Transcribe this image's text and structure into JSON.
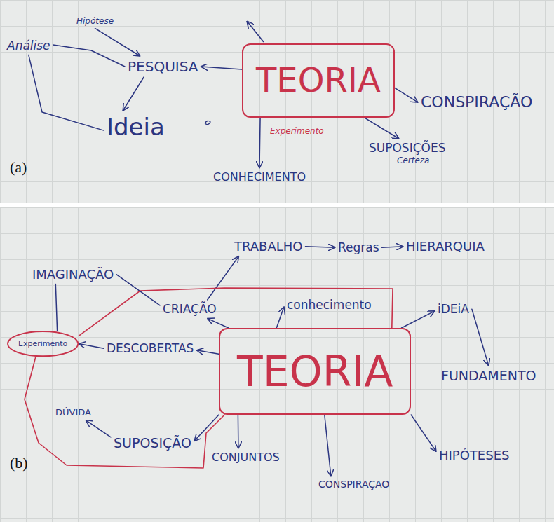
{
  "diagram": {
    "nodes": [
      {
        "text": [
          "Hipótese"
        ]
      },
      {
        "text": [
          "Análise"
        ]
      },
      {
        "text": [
          "PESQUISA"
        ]
      },
      {
        "text": [
          "TEORIA"
        ]
      },
      {
        "text": [
          "CONSPIRAÇÃO"
        ]
      },
      {
        "text": [
          "Ideia"
        ]
      },
      {
        "text": [
          "SUPOSIÇÕES"
        ]
      },
      {
        "text": [
          "CONHECIMENTO"
        ]
      },
      {
        "text": [
          "TRABALHO"
        ]
      },
      {
        "text": [
          "Regras"
        ]
      },
      {
        "text": [
          "HIERARQUIA"
        ]
      },
      {
        "text": [
          "IMAGINAÇÃO"
        ]
      },
      {
        "text": [
          "CRIAÇÃO"
        ]
      },
      {
        "text": [
          "conhecimento"
        ]
      },
      {
        "text": [
          "iDEiA"
        ]
      },
      {
        "text": [
          "Experimento"
        ]
      },
      {
        "text": [
          "DESCOBERTAS"
        ]
      },
      {
        "text": [
          "TEORIA"
        ]
      },
      {
        "text": [
          "FUNDAMENTO"
        ]
      },
      {
        "text": [
          "DÚVIDA"
        ]
      },
      {
        "text": [
          "SUPOSIÇÃO"
        ]
      },
      {
        "text": [
          "CONJUNTOS"
        ]
      },
      {
        "text": [
          "HIPÓTESES"
        ]
      },
      {
        "text": [
          "CONSPIRAÇÃO"
        ]
      }
    ],
    "edges": [
      {
        "from": 0,
        "to": 2,
        "arrow": "to"
      },
      {
        "from": 1,
        "to": 2,
        "arrow": "none"
      },
      {
        "from": 1,
        "to": 5,
        "arrow": "none"
      },
      {
        "from": 2,
        "to": 5,
        "arrow": "to"
      },
      {
        "from": 3,
        "to": 2,
        "arrow": "to"
      },
      {
        "from": 3,
        "to": 4,
        "arrow": "to"
      },
      {
        "from": 3,
        "to": 6,
        "arrow": "to"
      },
      {
        "from": 3,
        "to": 7,
        "arrow": "to"
      },
      {
        "from": 8,
        "to": 9,
        "arrow": "to"
      },
      {
        "from": 9,
        "to": 10,
        "arrow": "to"
      },
      {
        "from": 12,
        "to": 8,
        "arrow": "to"
      },
      {
        "from": 11,
        "to": 12,
        "arrow": "none"
      },
      {
        "from": 11,
        "to": 15,
        "arrow": "none"
      },
      {
        "from": 17,
        "to": 12,
        "arrow": "to"
      },
      {
        "from": 17,
        "to": 13,
        "arrow": "to"
      },
      {
        "from": 17,
        "to": 14,
        "arrow": "to"
      },
      {
        "from": 14,
        "to": 18,
        "arrow": "to"
      },
      {
        "from": 17,
        "to": 16,
        "arrow": "to"
      },
      {
        "from": 16,
        "to": 15,
        "arrow": "to"
      },
      {
        "from": 17,
        "to": 20,
        "arrow": "to"
      },
      {
        "from": 20,
        "to": 19,
        "arrow": "to"
      },
      {
        "from": 17,
        "to": 21,
        "arrow": "to"
      },
      {
        "from": 17,
        "to": 23,
        "arrow": "to"
      },
      {
        "from": 17,
        "to": 22,
        "arrow": "to"
      },
      {
        "from": 15,
        "to": 17,
        "arrow": "none"
      },
      {
        "from": 15,
        "to": 17,
        "arrow": "none"
      }
    ],
    "labels": [
      "Experimento",
      "Certeza",
      "(a)",
      "(b)"
    ]
  }
}
